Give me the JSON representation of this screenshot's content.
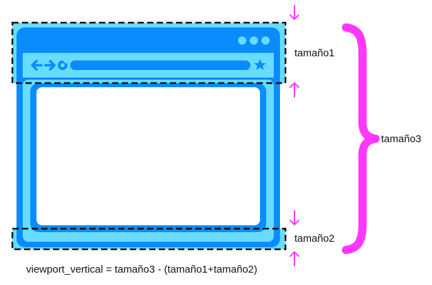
{
  "labels": {
    "tamano1": "tamaño1",
    "tamano2": "tamaño2",
    "tamano3": "tamaño3",
    "formula": "viewport_vertical = tamaño3 - (tamaño1+tamaño2)"
  },
  "colors": {
    "window_blue": "#0a8cff",
    "light_cyan": "#67dcff",
    "white": "#ffffff",
    "annotation_magenta": "#ff38ff",
    "dashed_border": "#111111"
  },
  "icons": {
    "window_controls": "three-dots-icon",
    "back": "arrow-left-icon",
    "forward": "arrow-right-icon",
    "reload": "reload-icon",
    "bookmark": "star-icon",
    "brace": "curly-brace-icon"
  }
}
